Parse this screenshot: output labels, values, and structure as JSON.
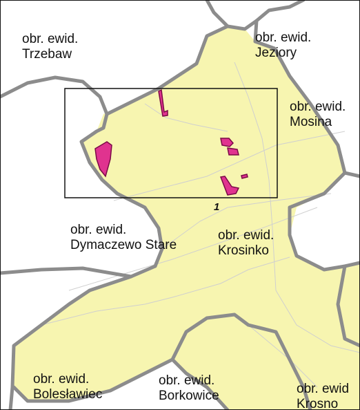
{
  "map": {
    "colors": {
      "precinct_fill": "#f7f5b0",
      "boundary": "#8c8c8c",
      "parcel_fill": "#e0338f",
      "parcel_stroke": "#7a0a46",
      "frame": "#111111",
      "roads": "#cfcfcf"
    },
    "labels": [
      {
        "id": "trzebaw",
        "line1": "obr. ewid.",
        "line2": "Trzebaw"
      },
      {
        "id": "jeziory",
        "line1": "obr. ewid.",
        "line2": "Jeziory"
      },
      {
        "id": "mosina",
        "line1": "obr. ewid.",
        "line2": "Mosina"
      },
      {
        "id": "dymaczewo",
        "line1": "obr. ewid.",
        "line2": "Dymaczewo Stare"
      },
      {
        "id": "krosinko",
        "line1": "obr. ewid.",
        "line2": "Krosinko"
      },
      {
        "id": "bolesławiec",
        "line1": "obr. ewid.",
        "line2": "Bolesławiec"
      },
      {
        "id": "borkowice",
        "line1": "obr. ewid.",
        "line2": "Borkowice"
      },
      {
        "id": "krosno",
        "line1": "obr. ewid",
        "line2": "Krosno"
      }
    ],
    "plot_number": "1"
  }
}
